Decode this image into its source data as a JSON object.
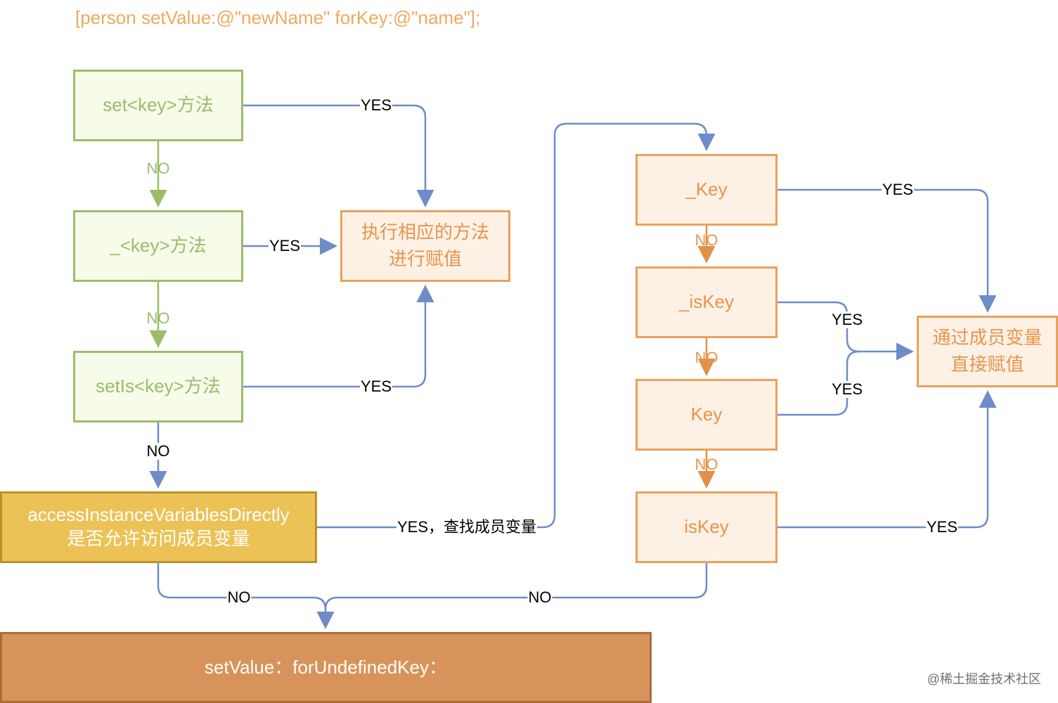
{
  "code_line": "[person setValue:@\"newName\" forKey:@\"name\"];",
  "nodes": {
    "set_key_method": "set<key>方法",
    "underscore_key_method": "_<key>方法",
    "set_is_key_method": "setIs<key>方法",
    "execute_method_line1": "执行相应的方法",
    "execute_method_line2": "进行赋值",
    "access_line1": "accessInstanceVariablesDirectly",
    "access_line2": "是否允许访问成员变量",
    "underscore_key": "_Key",
    "underscore_is_key": "_isKey",
    "key": "Key",
    "is_key": "isKey",
    "assign_member_line1": "通过成员变量",
    "assign_member_line2": "直接赋值",
    "undefined_key": "setValue：forUndefinedKey："
  },
  "edges": {
    "yes": "YES",
    "no": "NO",
    "yes_find_member": "YES，查找成员变量"
  },
  "watermark": "@稀土掘金技术社区",
  "colors": {
    "code": "#f0a95c",
    "green_border": "#9bbd6a",
    "green_fill": "#f6fbea",
    "peach_border": "#e9a15a",
    "peach_fill": "#fdf1e6",
    "gold_fill": "#ecc256",
    "orange_fill": "#d8935a",
    "blue_edge": "#6d8cc8",
    "orange_edge": "#e0914a"
  }
}
